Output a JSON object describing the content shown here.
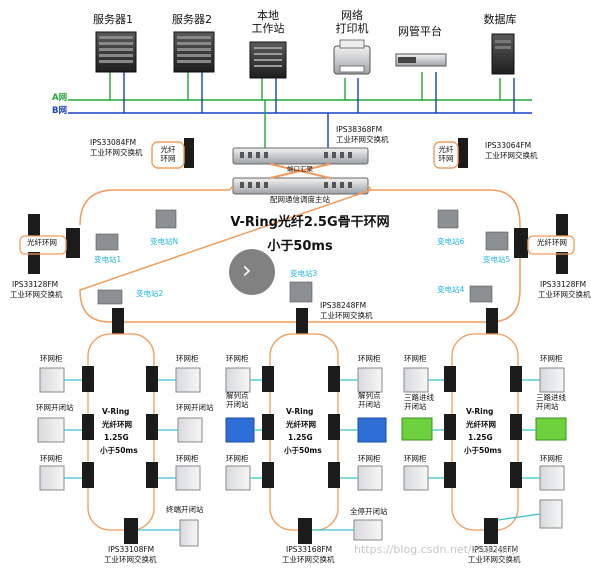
{
  "top": {
    "server1": "服务器1",
    "server2": "服务器2",
    "workstation": "本地\n工作站",
    "printer": "网络\n打印机",
    "nms": "网管平台",
    "database": "数据库"
  },
  "networks": {
    "a": "A网",
    "b": "B网"
  },
  "core": {
    "switch_model": "IPS38368FM",
    "switch_desc": "工业环网交换机",
    "port_label": "端口汇聚",
    "master_station": "配网通信调度主站"
  },
  "upper_left": {
    "model": "IPS33084FM",
    "desc": "工业环网交换机",
    "ring": "光纤\n环网"
  },
  "upper_right": {
    "model": "IPS33064FM",
    "desc": "工业环网交换机",
    "ring": "光纤\n环网"
  },
  "backbone": {
    "title": "V-Ring光纤2.5G骨干环网",
    "latency": "小于50ms"
  },
  "left_side": {
    "ring": "光纤环网",
    "model": "IPS33128FM",
    "desc": "工业环网交换机"
  },
  "right_side": {
    "ring": "光纤环网",
    "model": "IPS33128FM",
    "desc": "工业环网交换机"
  },
  "substations": {
    "s1": "变电站1",
    "sN": "变电站N",
    "s2": "变电站2",
    "s3": "变电站3",
    "s4": "变电站4",
    "s5": "变电站5",
    "s6": "变电站6"
  },
  "mid_switch": {
    "model": "IPS38248FM",
    "desc": "工业环网交换机"
  },
  "subrings": {
    "l1": "V-Ring",
    "l2": "光纤环网",
    "l3": "1.25G",
    "l4": "小于50ms"
  },
  "cabinets": {
    "ring_cab": "环网柜",
    "ring_switch_station": "环网开闭站",
    "split_point": "解列点\n开闭站",
    "three_way": "三路进线\n开闭站",
    "terminal": "终端开闭站",
    "full_stop": "全停开闭站"
  },
  "bottom": {
    "left_model": "IPS33108FM",
    "mid_model": "IPS33168FM",
    "right_model": "IPS38248FM",
    "desc": "工业环网交换机"
  },
  "watermark": "https://blog.csdn.net/zhouanji",
  "colors": {
    "net_a": "#22a83a",
    "net_b": "#1a3fc9",
    "fiber": "#f39b5a",
    "link": "#3cc3d0",
    "label_cyan": "#1fb6e6"
  },
  "icons": {
    "play": "play-icon"
  }
}
